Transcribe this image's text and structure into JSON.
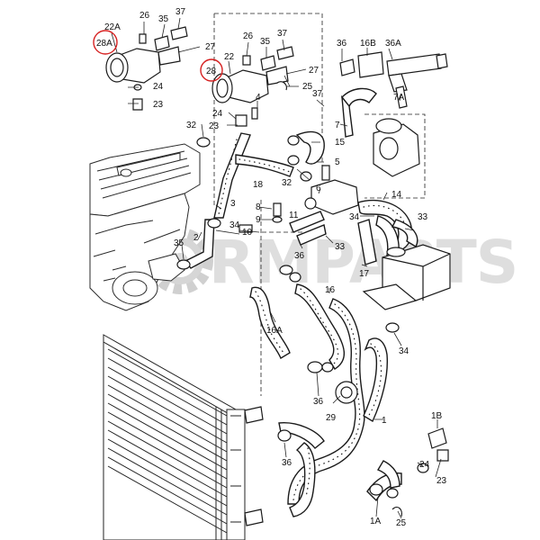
{
  "watermark": {
    "text": "RMPARTS",
    "color": "#cfcfcf",
    "icon": "gear-icon"
  },
  "highlight_color": "#d62020",
  "callouts": [
    {
      "id": "22A",
      "text": "22A"
    },
    {
      "id": "28A",
      "text": "28A",
      "circled": true
    },
    {
      "id": "26a",
      "text": "26"
    },
    {
      "id": "35a",
      "text": "35"
    },
    {
      "id": "37a",
      "text": "37"
    },
    {
      "id": "27a",
      "text": "27"
    },
    {
      "id": "24a",
      "text": "24"
    },
    {
      "id": "23a",
      "text": "23"
    },
    {
      "id": "28",
      "text": "28",
      "circled": true
    },
    {
      "id": "22",
      "text": "22"
    },
    {
      "id": "26b",
      "text": "26"
    },
    {
      "id": "35b",
      "text": "35"
    },
    {
      "id": "37b",
      "text": "37"
    },
    {
      "id": "27b",
      "text": "27"
    },
    {
      "id": "4",
      "text": "4"
    },
    {
      "id": "25a",
      "text": "25"
    },
    {
      "id": "24b",
      "text": "24"
    },
    {
      "id": "23b",
      "text": "23"
    },
    {
      "id": "36a",
      "text": "36"
    },
    {
      "id": "16B",
      "text": "16B"
    },
    {
      "id": "36A",
      "text": "36A"
    },
    {
      "id": "7A",
      "text": "7A"
    },
    {
      "id": "37c",
      "text": "37"
    },
    {
      "id": "7",
      "text": "7"
    },
    {
      "id": "32a",
      "text": "32"
    },
    {
      "id": "15",
      "text": "15"
    },
    {
      "id": "5",
      "text": "5"
    },
    {
      "id": "18",
      "text": "18"
    },
    {
      "id": "32b",
      "text": "32"
    },
    {
      "id": "6",
      "text": "6"
    },
    {
      "id": "3",
      "text": "3"
    },
    {
      "id": "8",
      "text": "8"
    },
    {
      "id": "9",
      "text": "9"
    },
    {
      "id": "11",
      "text": "11"
    },
    {
      "id": "14",
      "text": "14"
    },
    {
      "id": "34a",
      "text": "34"
    },
    {
      "id": "33a",
      "text": "33"
    },
    {
      "id": "34b",
      "text": "34"
    },
    {
      "id": "2",
      "text": "2"
    },
    {
      "id": "10",
      "text": "10"
    },
    {
      "id": "33b",
      "text": "33"
    },
    {
      "id": "35c",
      "text": "35"
    },
    {
      "id": "36b",
      "text": "36"
    },
    {
      "id": "17",
      "text": "17"
    },
    {
      "id": "16",
      "text": "16"
    },
    {
      "id": "16A",
      "text": "16A"
    },
    {
      "id": "34c",
      "text": "34"
    },
    {
      "id": "36c",
      "text": "36"
    },
    {
      "id": "29",
      "text": "29"
    },
    {
      "id": "1",
      "text": "1"
    },
    {
      "id": "1B",
      "text": "1B"
    },
    {
      "id": "36d",
      "text": "36"
    },
    {
      "id": "24c",
      "text": "24"
    },
    {
      "id": "23c",
      "text": "23"
    },
    {
      "id": "1A",
      "text": "1A"
    },
    {
      "id": "25b",
      "text": "25"
    }
  ]
}
